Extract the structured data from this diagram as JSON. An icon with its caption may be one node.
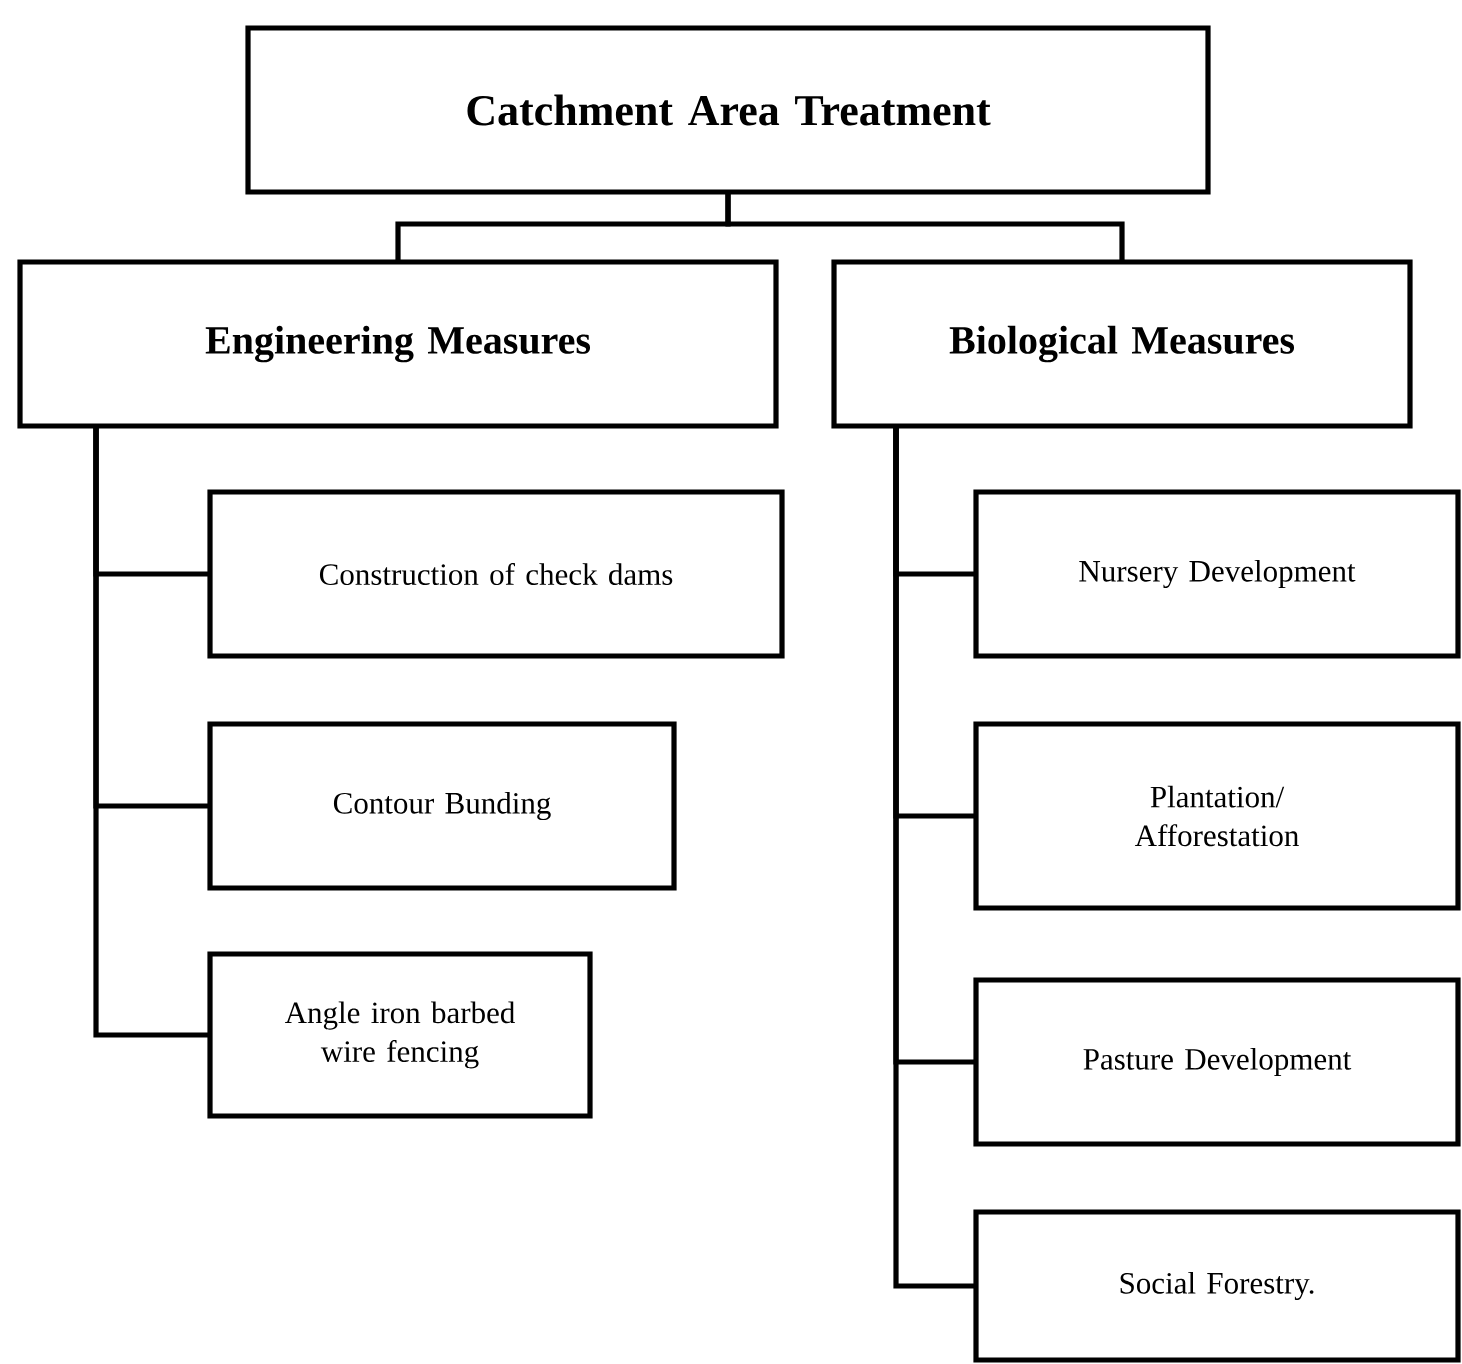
{
  "diagram": {
    "nodes": [
      {
        "text": [
          "Catchment Area Treatment"
        ]
      },
      {
        "text": [
          "Engineering Measures"
        ]
      },
      {
        "text": [
          "Biological Measures"
        ]
      },
      {
        "text": [
          "Construction of check dams"
        ]
      },
      {
        "text": [
          "Contour Bunding"
        ]
      },
      {
        "text": [
          "Angle iron barbed wire fencing"
        ]
      },
      {
        "text": [
          "Nursery Development"
        ]
      },
      {
        "text": [
          "Plantation/ Afforestation"
        ]
      },
      {
        "text": [
          "Pasture Development"
        ]
      },
      {
        "text": [
          "Social Forestry."
        ]
      }
    ],
    "edges": [
      {
        "from": 0,
        "to": 1,
        "arrow": "none"
      },
      {
        "from": 0,
        "to": 2,
        "arrow": "none"
      },
      {
        "from": 1,
        "to": 3,
        "arrow": "none"
      },
      {
        "from": 1,
        "to": 4,
        "arrow": "none"
      },
      {
        "from": 1,
        "to": 5,
        "arrow": "none"
      },
      {
        "from": 2,
        "to": 6,
        "arrow": "none"
      },
      {
        "from": 2,
        "to": 7,
        "arrow": "none"
      },
      {
        "from": 2,
        "to": 8,
        "arrow": "none"
      },
      {
        "from": 2,
        "to": 9,
        "arrow": "none"
      }
    ]
  }
}
